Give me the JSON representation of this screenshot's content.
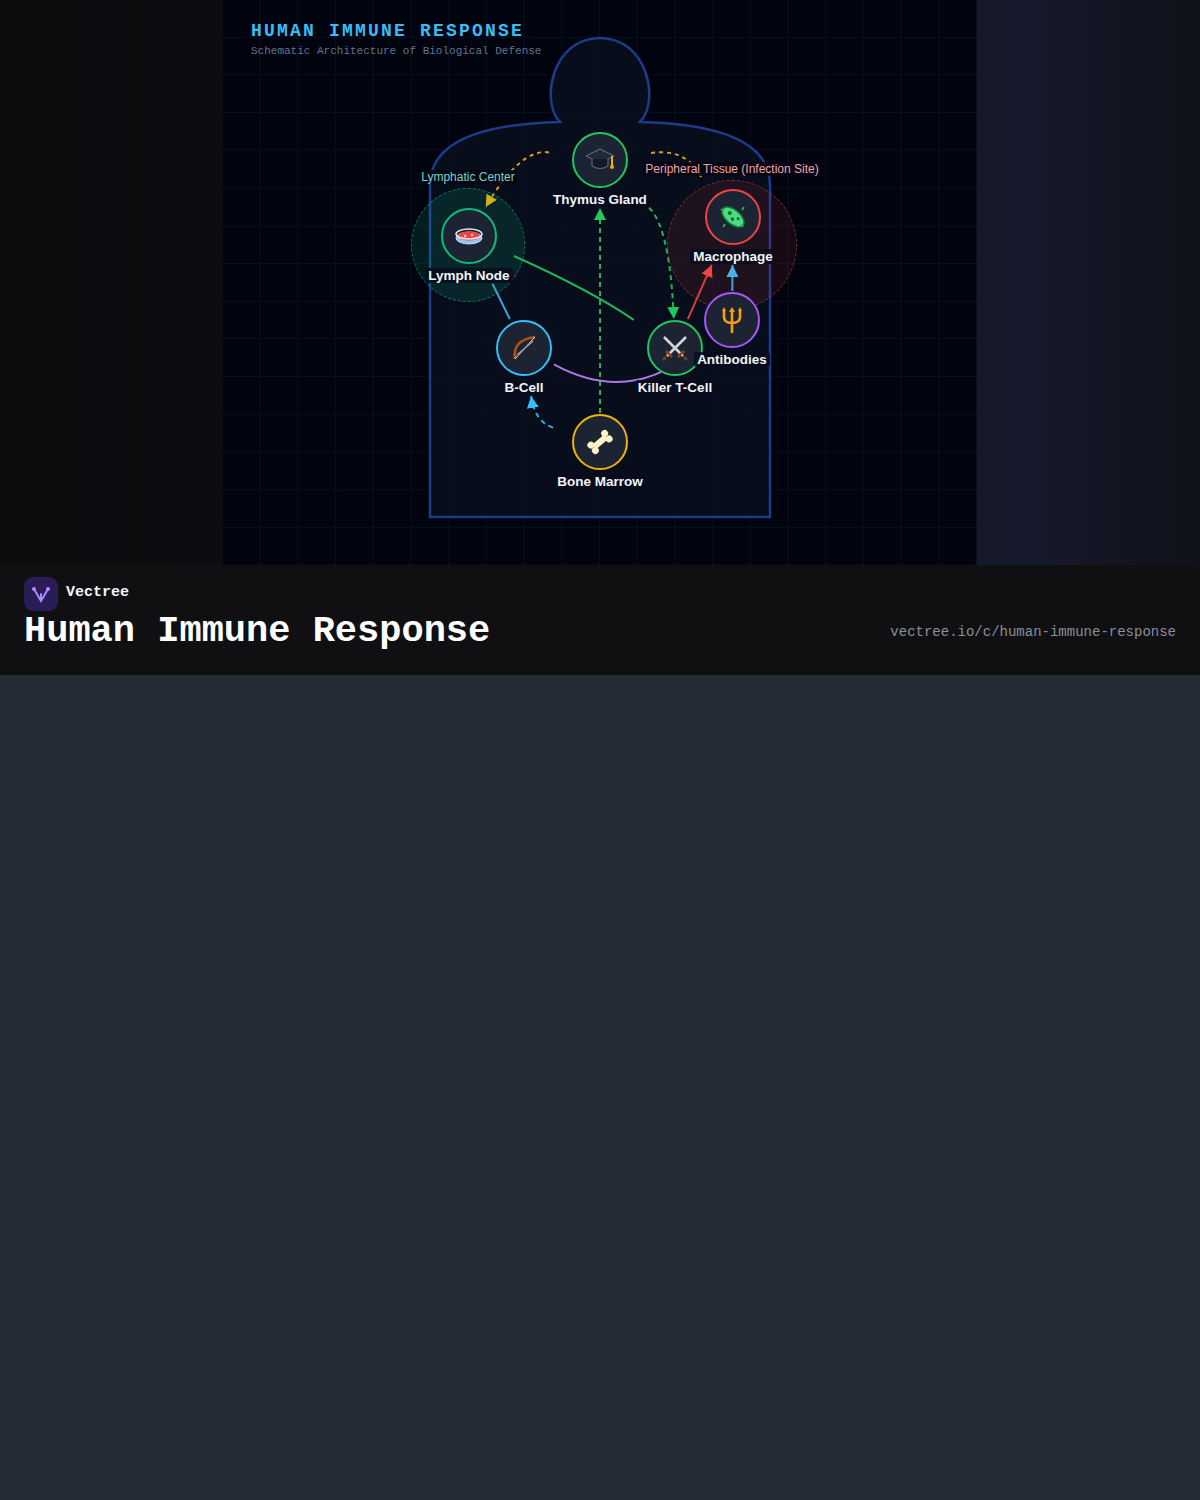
{
  "diagram": {
    "title": "HUMAN IMMUNE RESPONSE",
    "nodes": [
      {
        "text": [
          "Lymphatic Center"
        ]
      },
      {
        "text": [
          "Lymph Node"
        ],
        "in": 0
      },
      {
        "text": [
          "Thymus Gland"
        ]
      },
      {
        "text": [
          "Peripheral Tissue (Infection Site)"
        ]
      },
      {
        "text": [
          "Macrophage"
        ],
        "in": 3
      },
      {
        "text": [
          "Antibodies"
        ]
      },
      {
        "text": [
          "B-Cell"
        ]
      },
      {
        "text": [
          "Killer T-Cell"
        ]
      },
      {
        "text": [
          "Bone Marrow"
        ]
      }
    ],
    "edges": [
      {
        "from": 2,
        "to": 1,
        "arrow": "to"
      },
      {
        "from": 2,
        "to": 3,
        "arrow": "none"
      },
      {
        "from": 2,
        "to": 7,
        "arrow": "to"
      },
      {
        "from": 8,
        "to": 2,
        "arrow": "to"
      },
      {
        "from": 8,
        "to": 6,
        "arrow": "to"
      },
      {
        "from": 1,
        "to": 6,
        "arrow": "none"
      },
      {
        "from": 1,
        "to": 7,
        "arrow": "none"
      },
      {
        "from": 6,
        "to": 5,
        "arrow": "to"
      },
      {
        "from": 7,
        "to": 4,
        "arrow": "to"
      },
      {
        "from": 5,
        "to": 4,
        "arrow": "to"
      }
    ],
    "labels": [
      "Schematic Architecture of Biological Defense",
      "Vectree",
      "Human Immune Response",
      "vectree.io/c/human-immune-response"
    ]
  }
}
